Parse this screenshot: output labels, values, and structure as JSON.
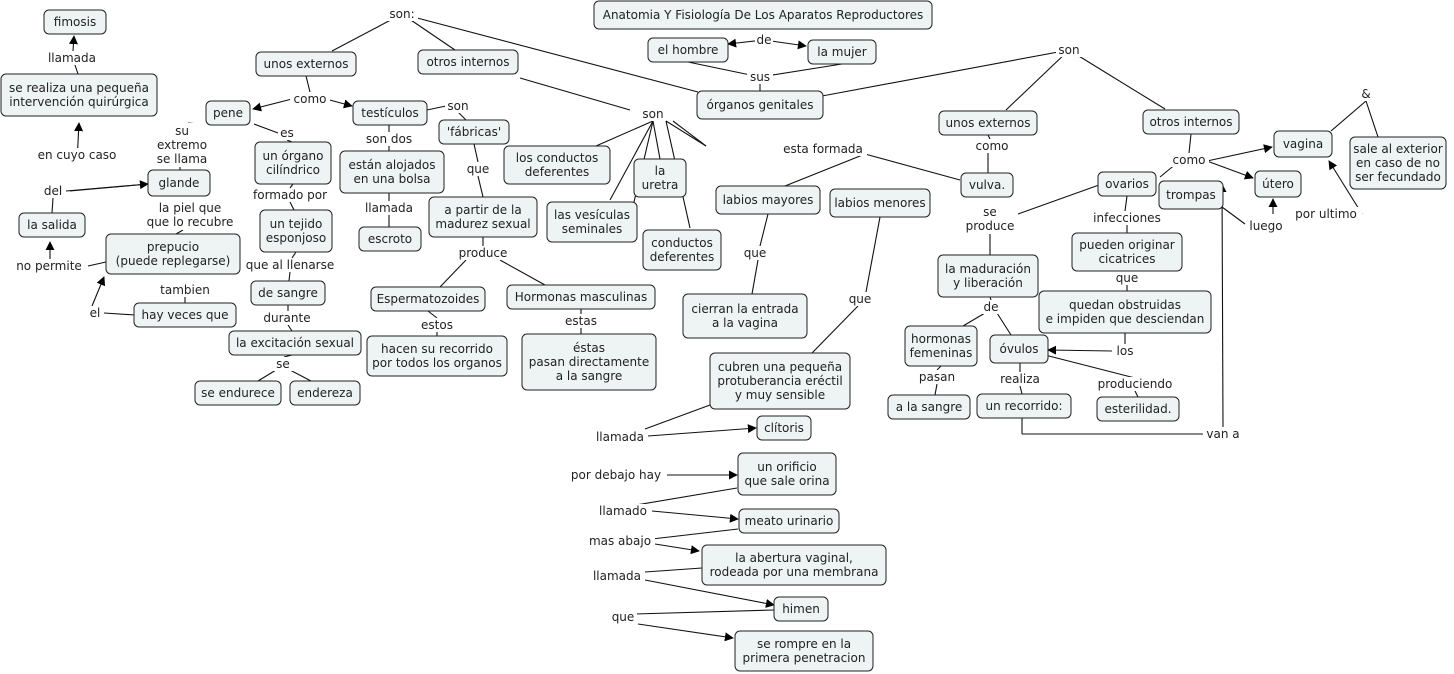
{
  "title": "Anatomia Y Fisiología De Los Aparatos Reproductores",
  "concepts": {
    "title": "Anatomia Y Fisiología De Los Aparatos Reproductores",
    "hombre": "el hombre",
    "mujer": "la mujer",
    "organos": "órganos genitales",
    "ext_m": "unos externos",
    "int_m": "otros internos",
    "pene": "pene",
    "testiculos": "testículos",
    "fabricas": "'fábricas'",
    "bolsa": "están alojados\nen una bolsa",
    "escroto": "escroto",
    "madurez": "a partir de la\nmadurez sexual",
    "esperma": "Espermatozoides",
    "hormonas_m": "Hormonas masculinas",
    "recorrido": "hacen su recorrido\npor todos los organos",
    "pasan_sangre": "éstas\npasan directamente\na la sangre",
    "organo_cil": "un órgano\ncilíndrico",
    "tejido": "un tejido\nesponjoso",
    "de_sangre": "de sangre",
    "excitacion": "la excitación sexual",
    "endurece": "se endurece",
    "endereza": "endereza",
    "glande": "glande",
    "salida": "la salida",
    "intervencion": "se realiza una pequeña\nintervención quirúrgica",
    "fimosis": "fimosis",
    "prepucio": "prepucio\n(puede replegarse)",
    "hay_veces": "hay veces que",
    "conductos1": "los conductos\ndeferentes",
    "vesiculas": "las vesículas\nseminales",
    "uretra": "la\nuretra",
    "conductos2": "conductos\ndeferentes",
    "ext_f": "unos externos",
    "int_f": "otros internos",
    "vulva": "vulva.",
    "labios_may": "labios mayores",
    "labios_men": "labios menores",
    "cierran": "cierran la entrada\na la vagina",
    "cubren": "cubren una pequeña\nprotuberancia eréctil\ny muy sensible",
    "clitoris": "clítoris",
    "orificio": "un orificio\nque sale orina",
    "meato": "meato urinario",
    "abertura": "la abertura vaginal,\nrodeada por una membrana",
    "himen": "himen",
    "rompe": "se rompre en la\nprimera penetracion",
    "vagina": "vagina",
    "sale_ext": "sale al exterior\nen caso de no\nser fecundado",
    "utero": "útero",
    "ovarios": "ovarios",
    "trompas": "trompas",
    "cicatrices": "pueden originar\ncicatrices",
    "obstruidas": "quedan obstruidas\ne impiden que desciendan",
    "maduracion": "la maduración\ny liberación",
    "hormonas_f": "hormonas\nfemeninas",
    "a_sangre": "a la sangre",
    "ovulos": "óvulos",
    "un_recorrido": "un recorrido:",
    "esterilidad": "esterilidad."
  },
  "link_labels": {
    "de": "de",
    "sus": "sus",
    "son_l": "son:",
    "son_r": "son",
    "como_m": "como",
    "son_test": "son",
    "son_dos": "son dos",
    "llamada_escroto": "llamada",
    "que_fab": "que",
    "produce": "produce",
    "estos": "estos",
    "estas": "estas",
    "es": "es",
    "formado_por": "formado por",
    "que_llenarse": "que al llenarse",
    "durante": "durante",
    "se_m": "se",
    "su_extremo": "su\nextremo\nse llama",
    "del": "del",
    "en_cuyo_caso": "en cuyo caso",
    "llamada_fim": "llamada",
    "piel": "la piel que\nque lo recubre",
    "no_permite": "no permite",
    "tambien": "tambien",
    "el": "el",
    "son_int": "son",
    "como_fe": "como",
    "esta_formada": "esta formada",
    "que_may": "que",
    "que_men": "que",
    "llamada_cli": "llamada",
    "por_debajo": "por debajo hay",
    "llamado": "llamado",
    "mas_abajo": "mas abajo",
    "llamada_him": "llamada",
    "que_him": "que",
    "como_fi": "como",
    "amp": "&",
    "por_ultimo": "por ultimo",
    "luego": "luego",
    "infecciones": "infecciones",
    "que_cic": "que",
    "los": "los",
    "se_produce": "se\nproduce",
    "de_mad": "de",
    "pasan": "pasan",
    "realiza": "realiza",
    "produciendo": "produciendo",
    "van_a": "van a"
  }
}
